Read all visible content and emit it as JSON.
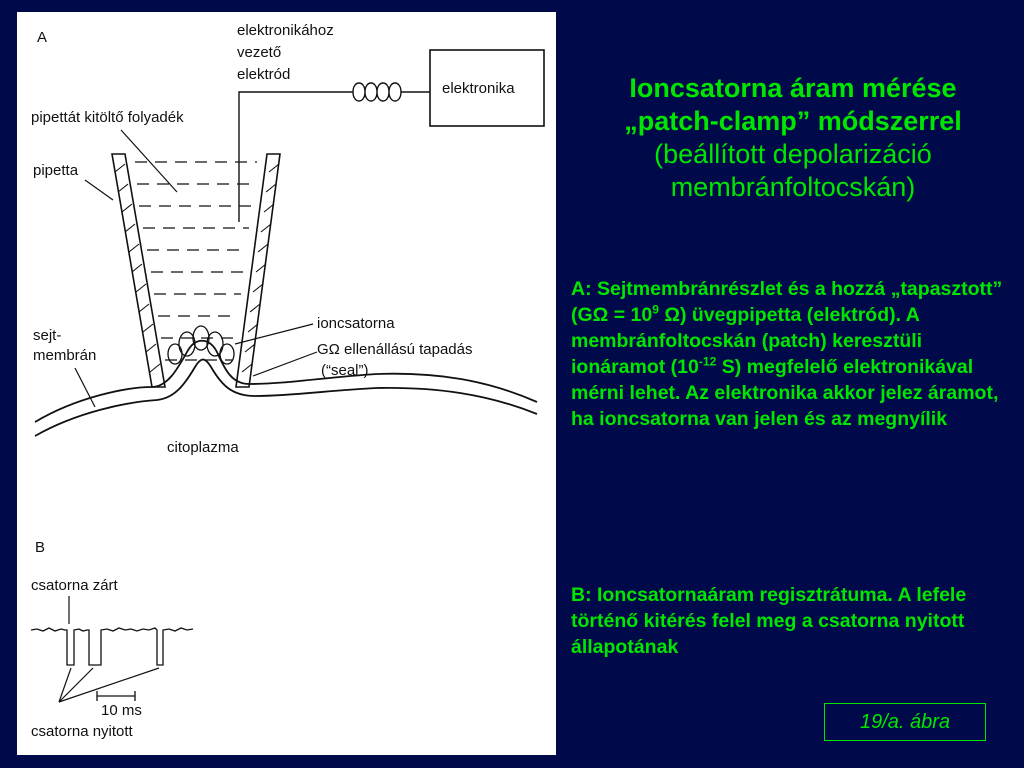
{
  "figure": {
    "panel_a": {
      "label": "A",
      "electrode_label": [
        "elektronikához",
        "vezető",
        "elektród"
      ],
      "electronics_label": "elektronika",
      "pipette_fluid_label": "pipettát kitöltő folyadék",
      "pipette_label": "pipetta",
      "membrane_label": [
        "sejt-",
        "membrán"
      ],
      "channel_label": "ioncsatorna",
      "seal_label": [
        "GΩ ellenállású tapadás",
        "(“seal”)"
      ],
      "cytoplasm_label": "citoplazma"
    },
    "panel_b": {
      "label": "B",
      "closed_label": "csatorna zárt",
      "open_label": "csatorna nyitott",
      "scale_label": "10 ms"
    }
  },
  "title": {
    "line1": "Ioncsatorna áram mérése",
    "line2": "„patch-clamp” módszerrel",
    "line3": "(beállított depolarizáció",
    "line4": "membránfoltocskán)"
  },
  "description_a": {
    "part1": "A: Sejtmembránrészlet és a hozzá „tapasztott” (GΩ = 10",
    "sup1": "9",
    "part2": " Ω) üvegpipetta (elektród). A membránfoltocskán (patch) keresztüli ionáramot (10",
    "sup2": "-12",
    "part3": " S) megfelelő elektronikával mérni lehet. Az elektronika akkor jelez áramot, ha ioncsatorna van jelen és az megnyílik"
  },
  "description_b": "B: Ioncsatornaáram regisztrátuma. A lefele történő kitérés felel meg a csatorna nyitott állapotának",
  "caption": "19/a. ábra",
  "colors": {
    "background": "#000a4a",
    "text": "#00e600",
    "panel": "#ffffff"
  }
}
